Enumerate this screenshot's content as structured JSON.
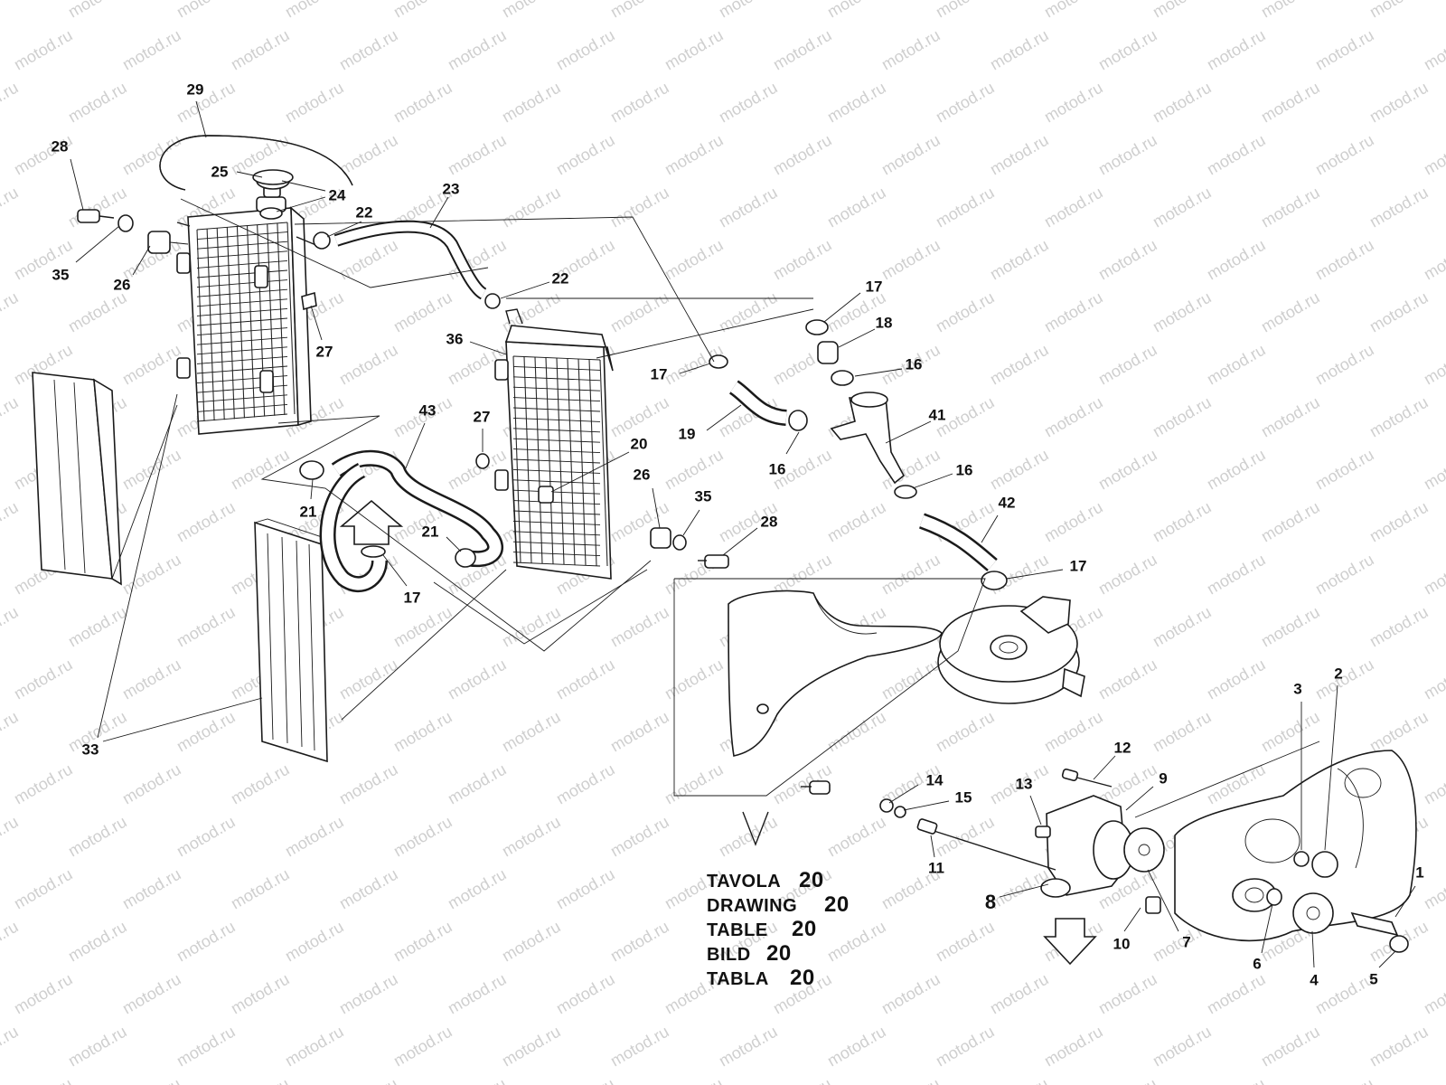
{
  "watermark": "motod.ru",
  "callouts": [
    {
      "id": "c29",
      "text": "29"
    },
    {
      "id": "c28a",
      "text": "28"
    },
    {
      "id": "c25",
      "text": "25"
    },
    {
      "id": "c24",
      "text": "24"
    },
    {
      "id": "c23",
      "text": "23"
    },
    {
      "id": "c22a",
      "text": "22"
    },
    {
      "id": "c35a",
      "text": "35"
    },
    {
      "id": "c26a",
      "text": "26"
    },
    {
      "id": "c27a",
      "text": "27"
    },
    {
      "id": "c22b",
      "text": "22"
    },
    {
      "id": "c36",
      "text": "36"
    },
    {
      "id": "c17a",
      "text": "17"
    },
    {
      "id": "c18",
      "text": "18"
    },
    {
      "id": "c17b",
      "text": "17"
    },
    {
      "id": "c16a",
      "text": "16"
    },
    {
      "id": "c43",
      "text": "43"
    },
    {
      "id": "c41",
      "text": "41"
    },
    {
      "id": "c19",
      "text": "19"
    },
    {
      "id": "c16b",
      "text": "16"
    },
    {
      "id": "c27b",
      "text": "27"
    },
    {
      "id": "c20",
      "text": "20"
    },
    {
      "id": "c16c",
      "text": "16"
    },
    {
      "id": "c26b",
      "text": "26"
    },
    {
      "id": "c35b",
      "text": "35"
    },
    {
      "id": "c21a",
      "text": "21"
    },
    {
      "id": "c42",
      "text": "42"
    },
    {
      "id": "c28b",
      "text": "28"
    },
    {
      "id": "c21b",
      "text": "21"
    },
    {
      "id": "c17c",
      "text": "17"
    },
    {
      "id": "c17d",
      "text": "17"
    },
    {
      "id": "c33",
      "text": "33"
    },
    {
      "id": "c3",
      "text": "3"
    },
    {
      "id": "c2",
      "text": "2"
    },
    {
      "id": "c12",
      "text": "12"
    },
    {
      "id": "c14",
      "text": "14"
    },
    {
      "id": "c13",
      "text": "13"
    },
    {
      "id": "c9",
      "text": "9"
    },
    {
      "id": "c15",
      "text": "15"
    },
    {
      "id": "c11",
      "text": "11"
    },
    {
      "id": "c1",
      "text": "1"
    },
    {
      "id": "c8",
      "text": "8"
    },
    {
      "id": "c10",
      "text": "10"
    },
    {
      "id": "c7",
      "text": "7"
    },
    {
      "id": "c6",
      "text": "6"
    },
    {
      "id": "c4",
      "text": "4"
    },
    {
      "id": "c5",
      "text": "5"
    }
  ],
  "reference": [
    {
      "word": "TAVOLA",
      "num": "20"
    },
    {
      "word": "DRAWING",
      "num": "20"
    },
    {
      "word": "TABLE",
      "num": "20"
    },
    {
      "word": "BILD",
      "num": "20"
    },
    {
      "word": "TABLA",
      "num": "20"
    }
  ]
}
